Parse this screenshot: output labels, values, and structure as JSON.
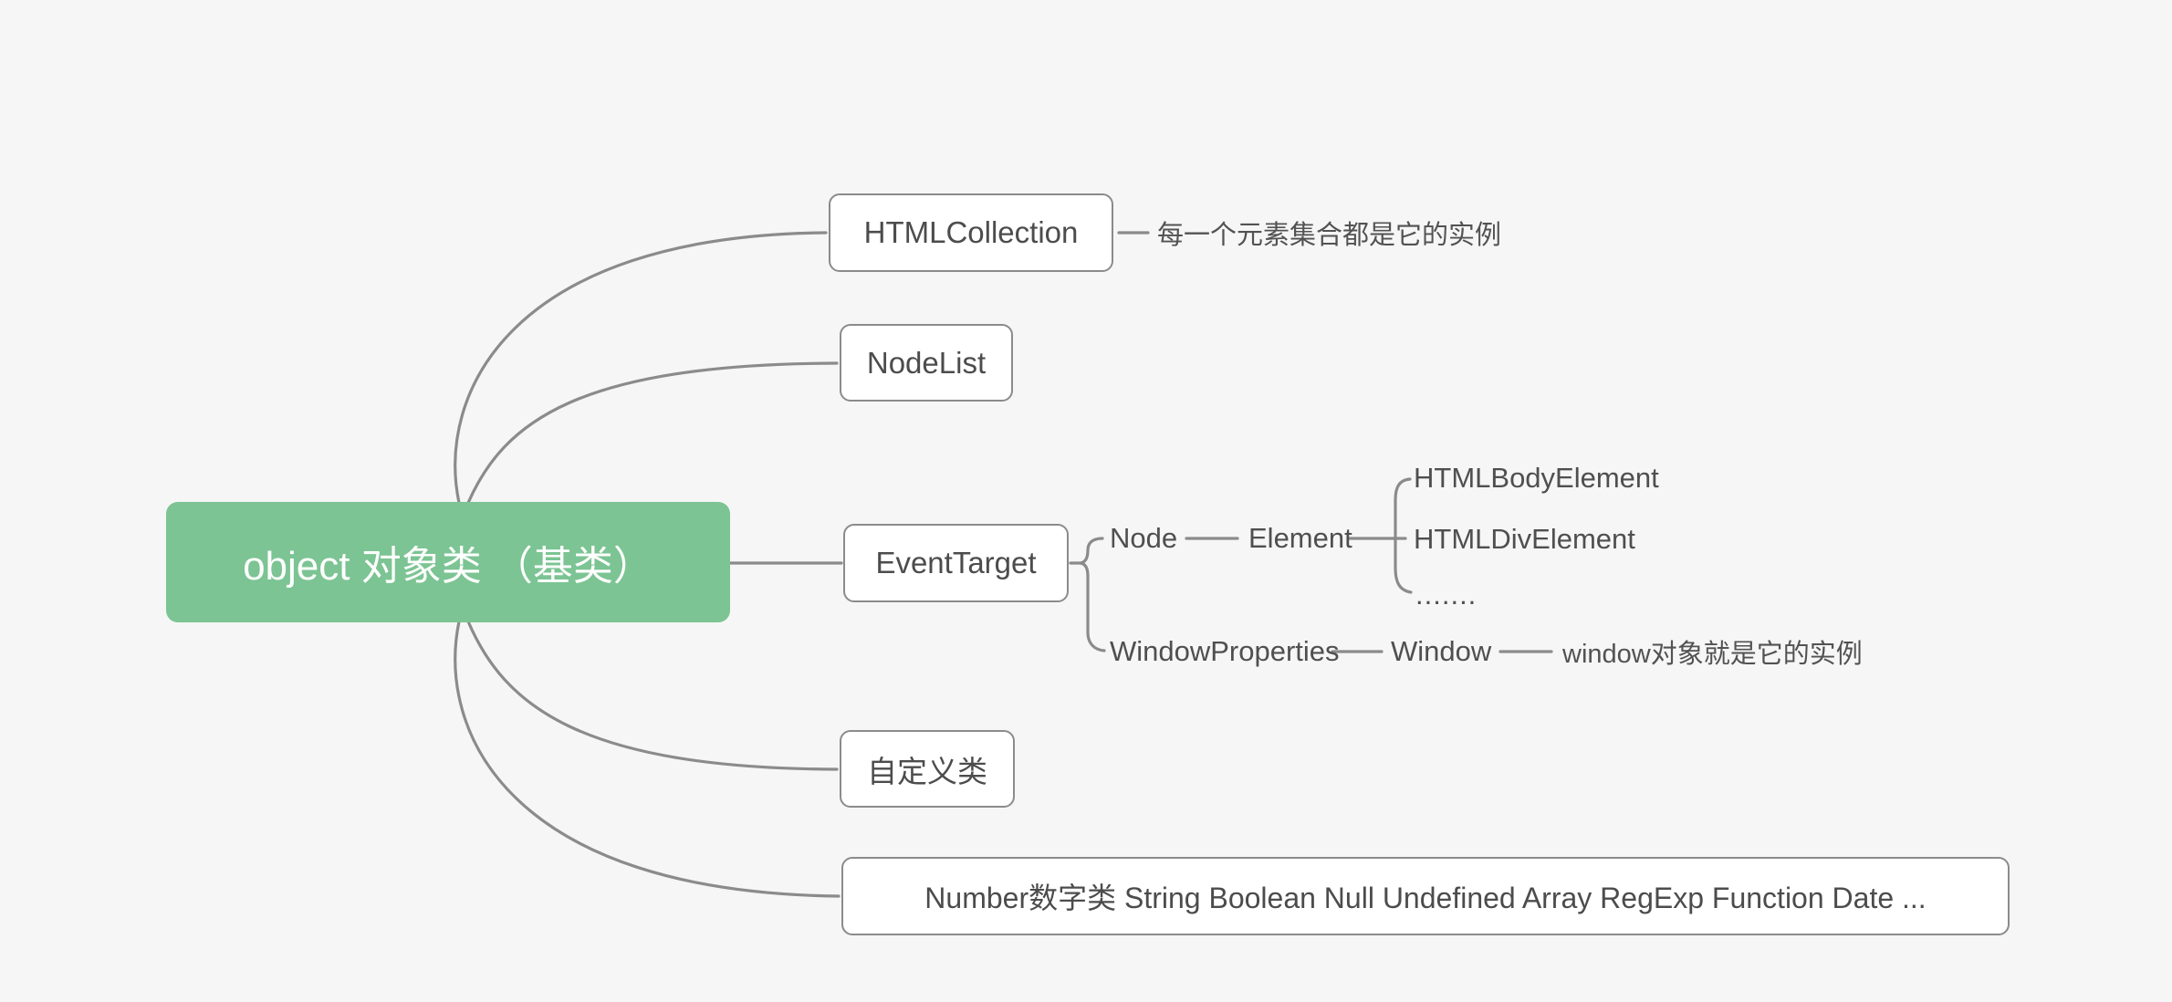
{
  "app": {
    "background_color": "#f5f6f5",
    "line_color": "#8b8b8b",
    "node_border_color": "#8b8b8b",
    "node_text_color": "#4c4c4c",
    "root_fill_color": "#7cc493",
    "root_text_color": "#ffffff"
  },
  "mindmap": {
    "root": {
      "label": "object 对象类 （基类）"
    },
    "branches": {
      "htmlcollection": {
        "label": "HTMLCollection",
        "note": "每一个元素集合都是它的实例"
      },
      "nodelist": {
        "label": "NodeList"
      },
      "eventtarget": {
        "label": "EventTarget",
        "children": {
          "node": {
            "label": "Node",
            "element": {
              "label": "Element",
              "children": {
                "body": {
                  "label": "HTMLBodyElement"
                },
                "div": {
                  "label": "HTMLDivElement"
                },
                "more": {
                  "label": "......."
                }
              }
            }
          },
          "window_properties": {
            "label": "WindowProperties",
            "window": {
              "label": "Window",
              "note": "window对象就是它的实例"
            }
          }
        }
      },
      "custom_class": {
        "label": "自定义类"
      },
      "primitives": {
        "label": "Number数字类 String Boolean Null Undefined Array RegExp Function Date ..."
      }
    }
  }
}
